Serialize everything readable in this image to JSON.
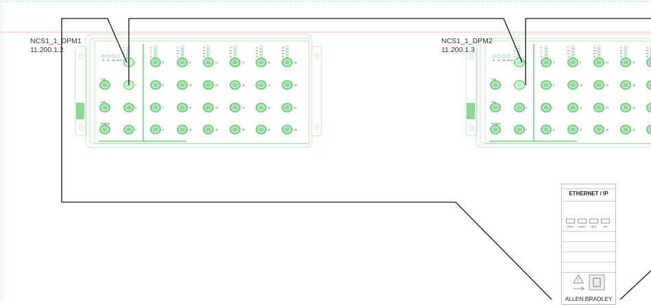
{
  "devices": [
    {
      "name": "NCS1_1_DPM1",
      "ip": "11.200.1.2"
    },
    {
      "name": "NCS1_1_DPM2",
      "ip": "11.200.1.3"
    }
  ],
  "module": {
    "status_leds": [
      "P1",
      "P2",
      "RM",
      "FAULT"
    ],
    "left_ports": [
      "Y,2A",
      "A2A",
      "POWER"
    ],
    "port_numbers_left": [
      "1",
      "2",
      "3",
      "4"
    ],
    "port_columns": [
      [
        "5",
        "6",
        "7",
        "8"
      ],
      [
        "9",
        "10",
        "11",
        "12"
      ],
      [
        "13",
        "14",
        "15",
        "16"
      ],
      [
        "17",
        "18",
        "19",
        "20"
      ],
      [
        "21",
        "22",
        "23",
        "24"
      ],
      [
        "25",
        "26",
        "27",
        "28"
      ]
    ]
  },
  "ethernet_module": {
    "title": "ETHERNET / IP",
    "leds": [
      "LINK1",
      "LINK2",
      "NET",
      "OK"
    ],
    "brand": "ALLEN BRADLEY"
  },
  "colors": {
    "module": "#5cc46a",
    "module_light": "#bde8c2",
    "wire": "#111111",
    "guide": "#f2b8b8",
    "border": "#8fd0ea"
  }
}
